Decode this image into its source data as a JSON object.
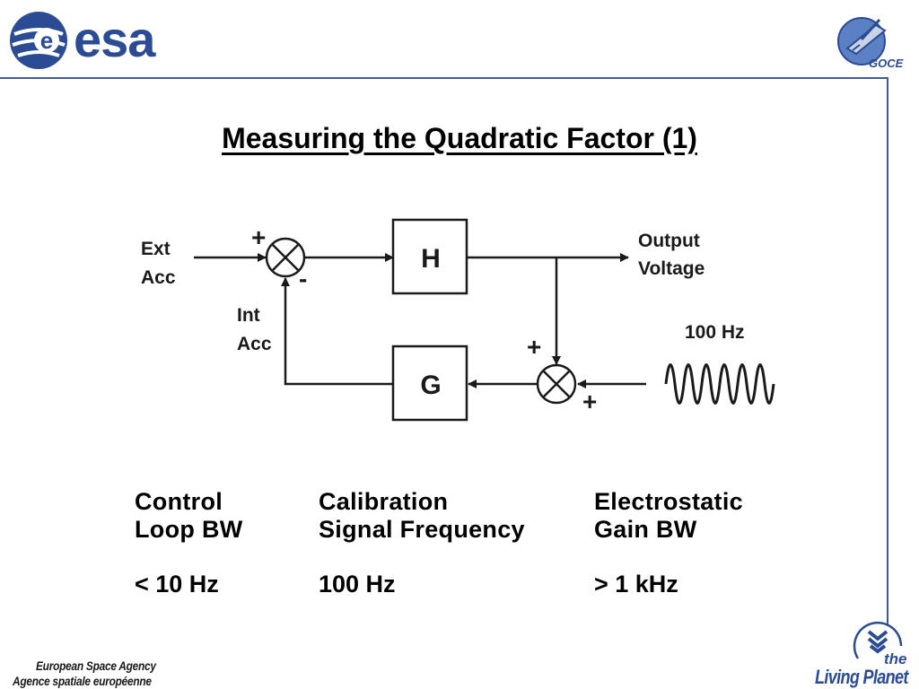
{
  "header": {
    "esa_logo_text": "esa",
    "goce_logo_text": "GOCE"
  },
  "title": "Measuring the Quadratic Factor (1)",
  "diagram": {
    "input_label_line1": "Ext",
    "input_label_line2": "Acc",
    "feedback_label_line1": "Int",
    "feedback_label_line2": "Acc",
    "output_label_line1": "Output",
    "output_label_line2": "Voltage",
    "block_forward": "H",
    "block_feedback": "G",
    "sum1_plus": "+",
    "sum1_minus": "-",
    "sum2_plus_top": "+",
    "sum2_plus_right": "+",
    "signal_label": "100 Hz"
  },
  "table": {
    "columns": [
      {
        "line1": "Control",
        "line2": "Loop BW",
        "value": "< 10 Hz"
      },
      {
        "line1": "Calibration",
        "line2": "Signal Frequency",
        "value": "100 Hz"
      },
      {
        "line1": "Electrostatic",
        "line2": "Gain BW",
        "value": "> 1 kHz"
      }
    ]
  },
  "footer": {
    "agency_en": "European Space Agency",
    "agency_fr": "Agence spatiale européenne",
    "living_planet_the": "the",
    "living_planet_main": "Living Planet"
  },
  "colors": {
    "brand_blue": "#2b4b94",
    "line_blue": "#3b5aa3",
    "diagram": "#1a1a1a"
  }
}
